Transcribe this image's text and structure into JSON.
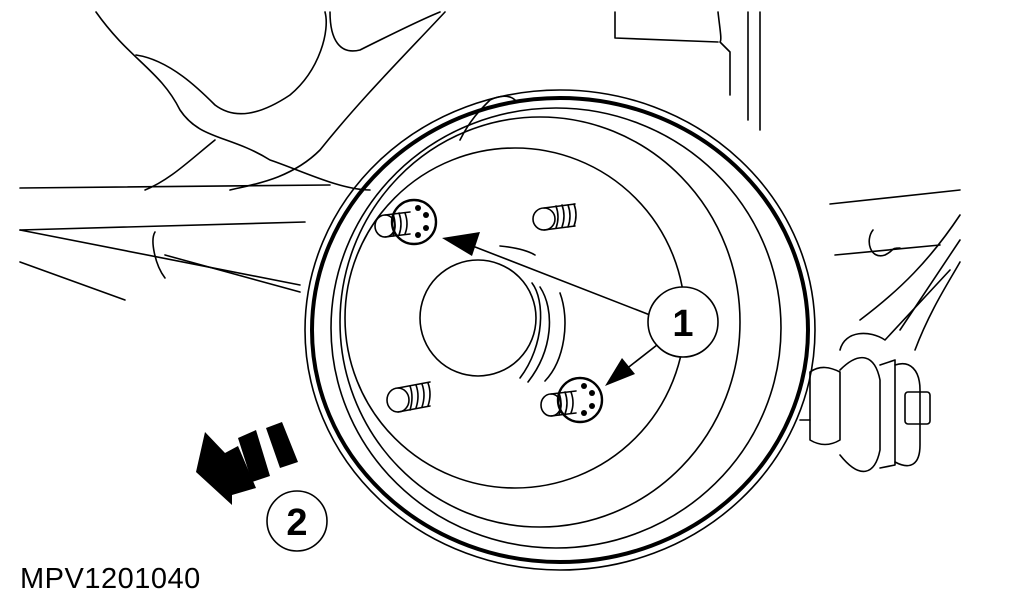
{
  "figure": {
    "id_label": "MPV1201040",
    "subject": "Rear brake drum removal",
    "colors": {
      "line": "#000000",
      "background": "#ffffff"
    }
  },
  "callouts": [
    {
      "number": "1",
      "target": "drum retaining screws",
      "count": 2
    },
    {
      "number": "2",
      "target": "direction of removal arrow"
    }
  ],
  "icons": {
    "direction_arrow": "dashed-arrow-left-icon",
    "screw": "torx-screw-icon"
  }
}
